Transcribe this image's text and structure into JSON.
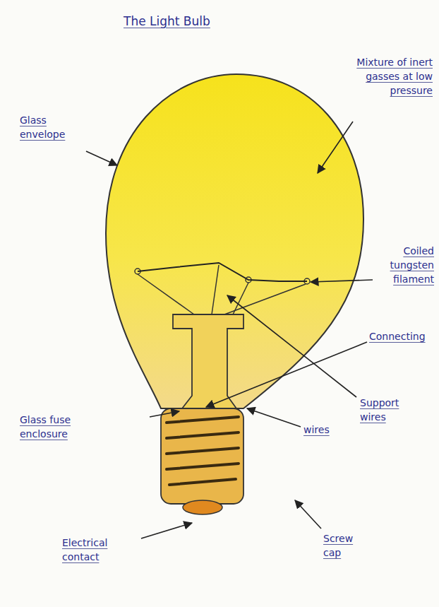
{
  "diagram": {
    "title": "The Light Bulb",
    "labels": [
      "Glass envelope",
      "Mixture of inert gasses at low pressure",
      "Coiled tungsten filament",
      "Connecting",
      "Support wires",
      "wires",
      "Glass fuse enclosure",
      "Electrical contact",
      "Screw cap"
    ]
  }
}
